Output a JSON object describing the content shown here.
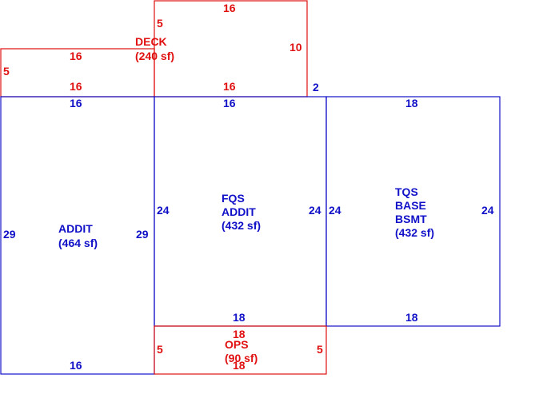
{
  "colors": {
    "addition": "#e01010",
    "structure": "#1010c8"
  },
  "areas": {
    "deck": {
      "line1": "DECK",
      "line2": "(240 sf)"
    },
    "addit": {
      "line1": "ADDIT",
      "line2": "(464 sf)"
    },
    "fqs": {
      "line1": "FQS",
      "line2": "ADDIT",
      "line3": "(432 sf)"
    },
    "tqs": {
      "line1": "TQS",
      "line2": "BASE",
      "line3": "BSMT",
      "line4": "(432 sf)"
    },
    "ops": {
      "line1": "OPS",
      "line2": "(90 sf)"
    }
  },
  "dimensions": {
    "deck_top": "16",
    "deck_left_upper": "5",
    "deck_right": "10",
    "deck_left_top": "16",
    "deck_left_side": "5",
    "deck_left_bottom": "16",
    "deck_right_bottom": "16",
    "deck_gap": "2",
    "addit_top": "16",
    "addit_left": "29",
    "addit_right": "29",
    "addit_bottom": "16",
    "fqs_top": "16",
    "fqs_left": "24",
    "fqs_right": "24",
    "fqs_bottom": "18",
    "tqs_top": "18",
    "tqs_left": "24",
    "tqs_right": "24",
    "tqs_bottom": "18",
    "ops_top": "18",
    "ops_left": "5",
    "ops_right": "5",
    "ops_bottom": "18"
  }
}
